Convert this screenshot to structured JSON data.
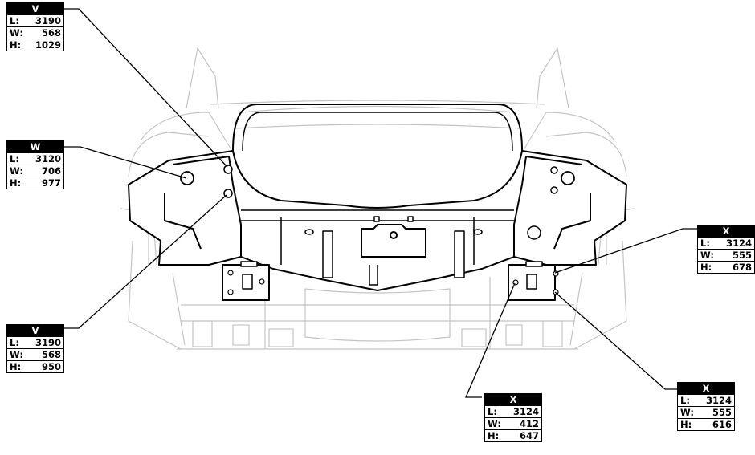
{
  "labels": [
    {
      "letter": "V",
      "L_label": "L:",
      "L": "3190",
      "W_label": "W:",
      "W": "568",
      "H_label": "H:",
      "H": "1029"
    },
    {
      "letter": "W",
      "L_label": "L:",
      "L": "3120",
      "W_label": "W:",
      "W": "706",
      "H_label": "H:",
      "H": "977"
    },
    {
      "letter": "V",
      "L_label": "L:",
      "L": "3190",
      "W_label": "W:",
      "W": "568",
      "H_label": "H:",
      "H": "950"
    },
    {
      "letter": "X",
      "L_label": "L:",
      "L": "3124",
      "W_label": "W:",
      "W": "555",
      "H_label": "H:",
      "H": "678"
    },
    {
      "letter": "X",
      "L_label": "L:",
      "L": "3124",
      "W_label": "W:",
      "W": "412",
      "H_label": "H:",
      "H": "647"
    },
    {
      "letter": "X",
      "L_label": "L:",
      "L": "3124",
      "W_label": "W:",
      "W": "555",
      "H_label": "H:",
      "H": "616"
    }
  ],
  "colors": {
    "outline": "#c8c8c8",
    "part": "#000000",
    "part_fill": "#ffffff"
  }
}
